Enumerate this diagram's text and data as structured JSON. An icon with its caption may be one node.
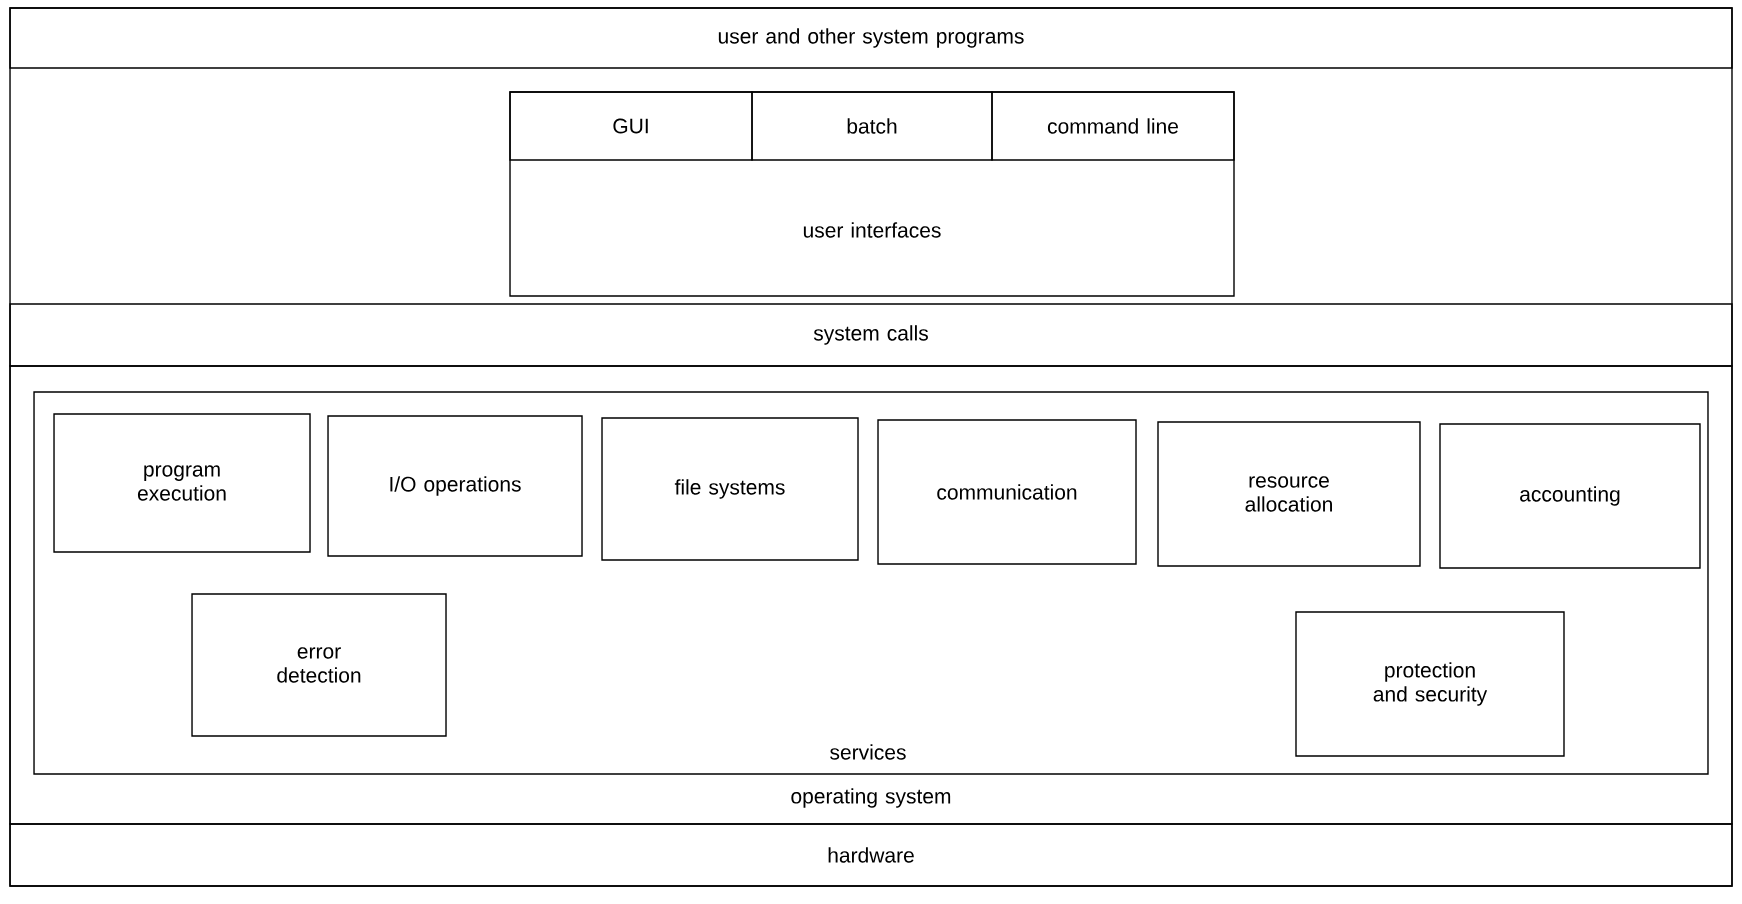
{
  "diagram": {
    "nodes": [
      {
        "text": [
          "user and other system programs"
        ]
      },
      {
        "text": [
          "user interfaces"
        ]
      },
      {
        "text": [
          "GUI"
        ],
        "in": 1
      },
      {
        "text": [
          "batch"
        ],
        "in": 1
      },
      {
        "text": [
          "command line"
        ],
        "in": 1
      },
      {
        "text": [
          "system calls"
        ]
      },
      {
        "text": [
          "operating system"
        ]
      },
      {
        "text": [
          "services"
        ],
        "in": 6
      },
      {
        "text": [
          "program execution"
        ],
        "in": 7
      },
      {
        "text": [
          "I/O operations"
        ],
        "in": 7
      },
      {
        "text": [
          "file systems"
        ],
        "in": 7
      },
      {
        "text": [
          "communication"
        ],
        "in": 7
      },
      {
        "text": [
          "resource allocation"
        ],
        "in": 7
      },
      {
        "text": [
          "accounting"
        ],
        "in": 7
      },
      {
        "text": [
          "error detection"
        ],
        "in": 7
      },
      {
        "text": [
          "protection and security"
        ],
        "in": 7
      },
      {
        "text": [
          "hardware"
        ]
      }
    ],
    "edges": []
  }
}
